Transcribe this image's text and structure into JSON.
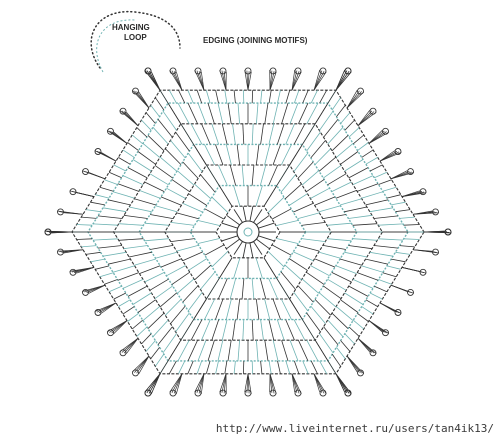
{
  "labels": {
    "hanging_loop_line1": "HANGING",
    "hanging_loop_line2": "LOOP",
    "edging": "EDGING (JOINING MOTIFS)"
  },
  "watermark": "http://www.liveinternet.ru/users/tan4ik13/",
  "colors": {
    "paper": "#ffffff",
    "teal_stitch": "#6fb3b3",
    "dark_stitch": "#333333",
    "label": "#2b2b2b"
  },
  "structure": {
    "rings": 6,
    "sides": 6,
    "edge_fan_picots_per_side": 8
  }
}
